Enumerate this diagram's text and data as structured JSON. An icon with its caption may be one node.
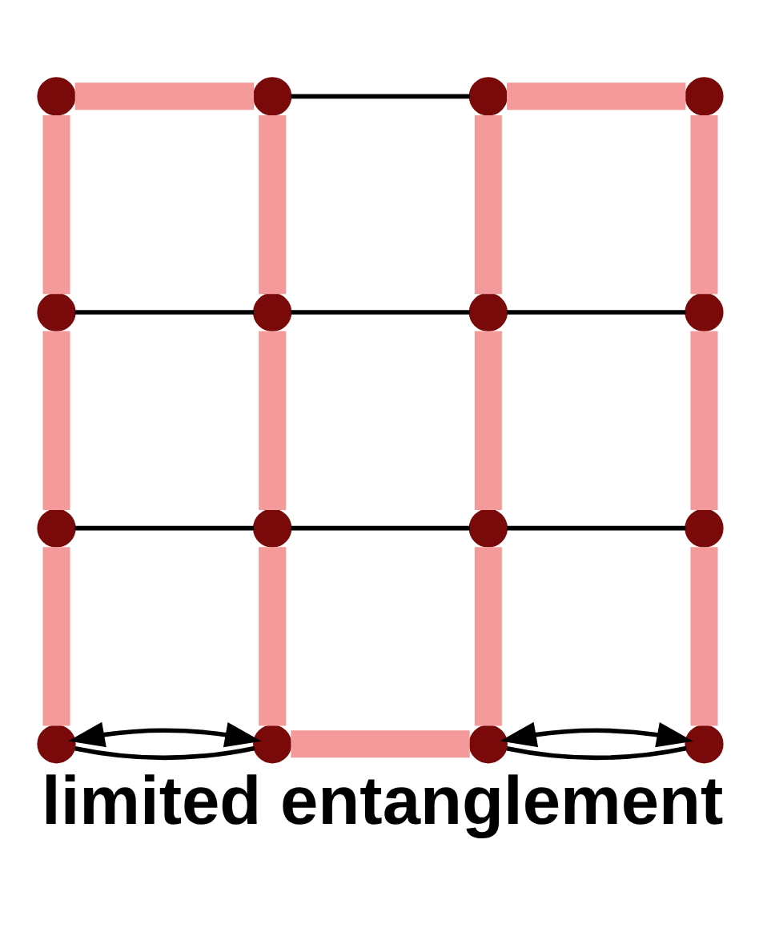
{
  "diagram": {
    "caption": "limited entanglement",
    "nodes": [
      {
        "text": [],
        "shape": "circle"
      },
      {
        "text": [],
        "shape": "circle"
      },
      {
        "text": [],
        "shape": "circle"
      },
      {
        "text": [],
        "shape": "circle"
      },
      {
        "text": [],
        "shape": "circle"
      },
      {
        "text": [],
        "shape": "circle"
      },
      {
        "text": [],
        "shape": "circle"
      },
      {
        "text": [],
        "shape": "circle"
      },
      {
        "text": [],
        "shape": "circle"
      },
      {
        "text": [],
        "shape": "circle"
      },
      {
        "text": [],
        "shape": "circle"
      },
      {
        "text": [],
        "shape": "circle"
      },
      {
        "text": [],
        "shape": "circle"
      },
      {
        "text": [],
        "shape": "circle"
      },
      {
        "text": [],
        "shape": "circle"
      },
      {
        "text": [],
        "shape": "circle"
      }
    ],
    "edges": [
      {
        "from": 0,
        "to": 1,
        "arrow": "none"
      },
      {
        "from": 1,
        "to": 2,
        "arrow": "none",
        "color": "#000000"
      },
      {
        "from": 2,
        "to": 3,
        "arrow": "none"
      },
      {
        "from": 4,
        "to": 5,
        "arrow": "none",
        "color": "#000000"
      },
      {
        "from": 5,
        "to": 6,
        "arrow": "none",
        "color": "#000000"
      },
      {
        "from": 6,
        "to": 7,
        "arrow": "none",
        "color": "#000000"
      },
      {
        "from": 8,
        "to": 9,
        "arrow": "none",
        "color": "#000000"
      },
      {
        "from": 9,
        "to": 10,
        "arrow": "none",
        "color": "#000000"
      },
      {
        "from": 10,
        "to": 11,
        "arrow": "none",
        "color": "#000000"
      },
      {
        "from": 12,
        "to": 13,
        "arrow": "none",
        "color": "#000000"
      },
      {
        "from": 13,
        "to": 14,
        "arrow": "none"
      },
      {
        "from": 14,
        "to": 15,
        "arrow": "none",
        "color": "#000000"
      },
      {
        "from": 0,
        "to": 4,
        "arrow": "none"
      },
      {
        "from": 4,
        "to": 8,
        "arrow": "none"
      },
      {
        "from": 8,
        "to": 12,
        "arrow": "none"
      },
      {
        "from": 1,
        "to": 5,
        "arrow": "none"
      },
      {
        "from": 5,
        "to": 9,
        "arrow": "none"
      },
      {
        "from": 9,
        "to": 13,
        "arrow": "none"
      },
      {
        "from": 2,
        "to": 6,
        "arrow": "none"
      },
      {
        "from": 6,
        "to": 10,
        "arrow": "none"
      },
      {
        "from": 10,
        "to": 14,
        "arrow": "none"
      },
      {
        "from": 3,
        "to": 7,
        "arrow": "none"
      },
      {
        "from": 7,
        "to": 11,
        "arrow": "none"
      },
      {
        "from": 11,
        "to": 15,
        "arrow": "none"
      },
      {
        "from": 12,
        "to": 13,
        "arrow": "both",
        "color": "#000000"
      },
      {
        "from": 14,
        "to": 15,
        "arrow": "both",
        "color": "#000000"
      }
    ]
  }
}
